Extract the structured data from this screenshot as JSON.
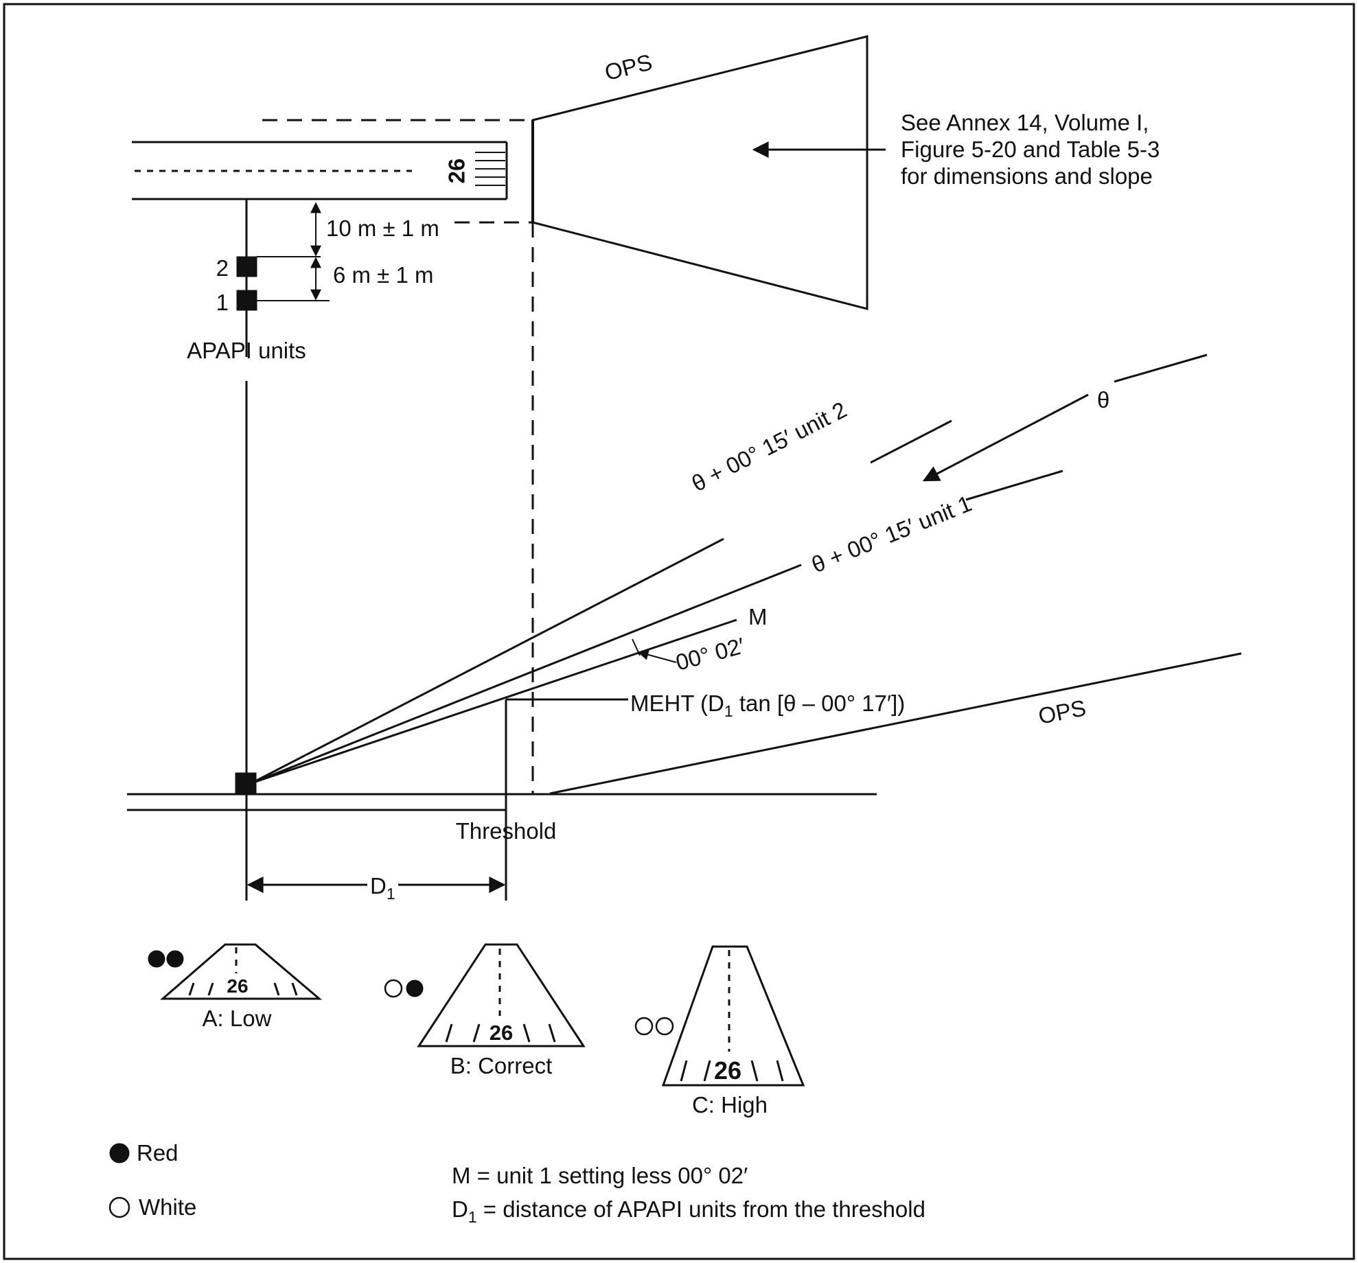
{
  "ops_label": "OPS",
  "annex_note": [
    "See Annex 14, Volume I,",
    "Figure 5-20 and Table 5-3",
    "for dimensions and slope"
  ],
  "runway_number": "26",
  "dim_10m": "10 m ± 1 m",
  "dim_6m": "6 m ± 1 m",
  "unit_2": "2",
  "unit_1": "1",
  "apapi_units": "APAPI units",
  "theta": "θ",
  "unit2_setting": "θ + 00° 15′ unit 2",
  "unit1_setting": "θ + 00° 15′ unit 1",
  "m_label": "M",
  "offset_label": "00° 02′",
  "meht_label": "MEHT (D",
  "meht_sub": "1",
  "meht_tail": " tan [θ – 00° 17′])",
  "threshold": "Threshold",
  "d1_label": "D",
  "d1_sub": "1",
  "views": [
    {
      "label": "A:  Low",
      "number": "26"
    },
    {
      "label": "B:  Correct",
      "number": "26"
    },
    {
      "label": "C:  High",
      "number": "26"
    }
  ],
  "legend": {
    "red": "Red",
    "white": "White"
  },
  "notes": {
    "m_note": "M = unit 1 setting less 00° 02′",
    "d1_prefix": "D",
    "d1_sub": "1",
    "d1_note": " = distance of APAPI units from the threshold"
  }
}
